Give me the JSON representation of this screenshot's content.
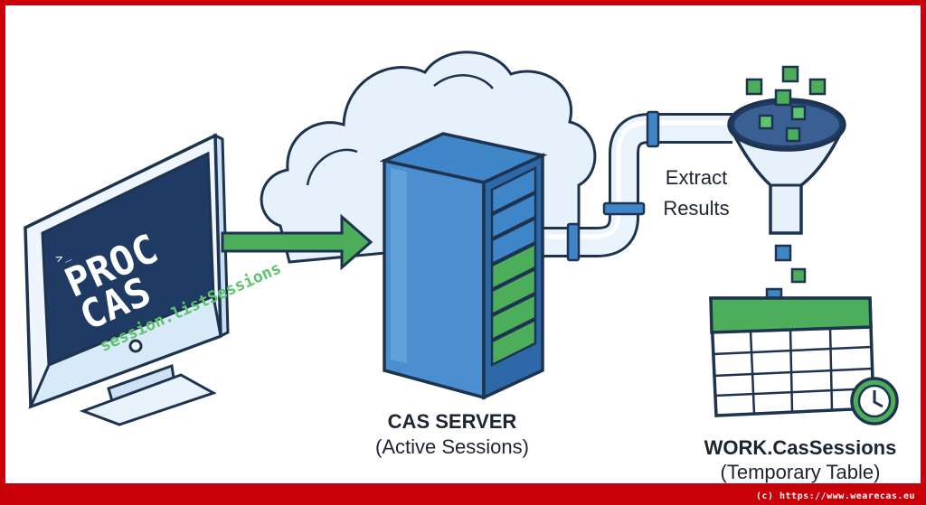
{
  "terminal": {
    "prompt": ">_",
    "line1": "PROC",
    "line2": "CAS",
    "line3": "session.listSessions"
  },
  "server": {
    "title": "CAS SERVER",
    "subtitle": "(Active Sessions)"
  },
  "extract_label": "Extract Results",
  "table": {
    "title": "WORK.CasSessions",
    "subtitle": "(Temporary Table)"
  },
  "footer": "(c) https://www.wearecas.eu",
  "colors": {
    "border": "#c8000a",
    "navy": "#1f3b63",
    "blue": "#3f86c8",
    "light_blue": "#e4f0fa",
    "green": "#4cae5b",
    "outline": "#1e3350"
  }
}
